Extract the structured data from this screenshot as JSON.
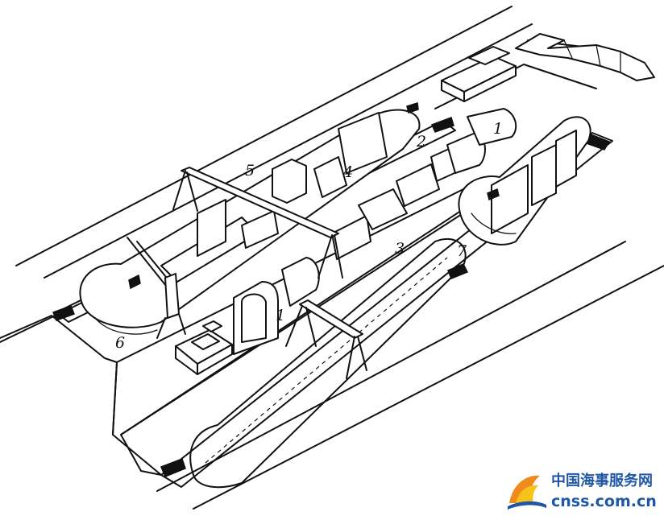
{
  "diagram": {
    "callouts": [
      {
        "id": "c1a",
        "text": "1"
      },
      {
        "id": "c1b",
        "text": "1"
      },
      {
        "id": "c2",
        "text": "2"
      },
      {
        "id": "c3",
        "text": "3"
      },
      {
        "id": "c4",
        "text": "4"
      },
      {
        "id": "c5",
        "text": "5"
      },
      {
        "id": "c6",
        "text": "6"
      },
      {
        "id": "c7",
        "text": "7"
      }
    ]
  },
  "watermark": {
    "name_cn": "中国海事服务网",
    "domain": "cnss.com.cn",
    "logo_icon": "sail-logo-icon",
    "colors": {
      "text": "#1f57a6",
      "logo_orange": "#f08a1c",
      "logo_yellow": "#f7c21a",
      "logo_blue": "#1f57a6"
    }
  }
}
